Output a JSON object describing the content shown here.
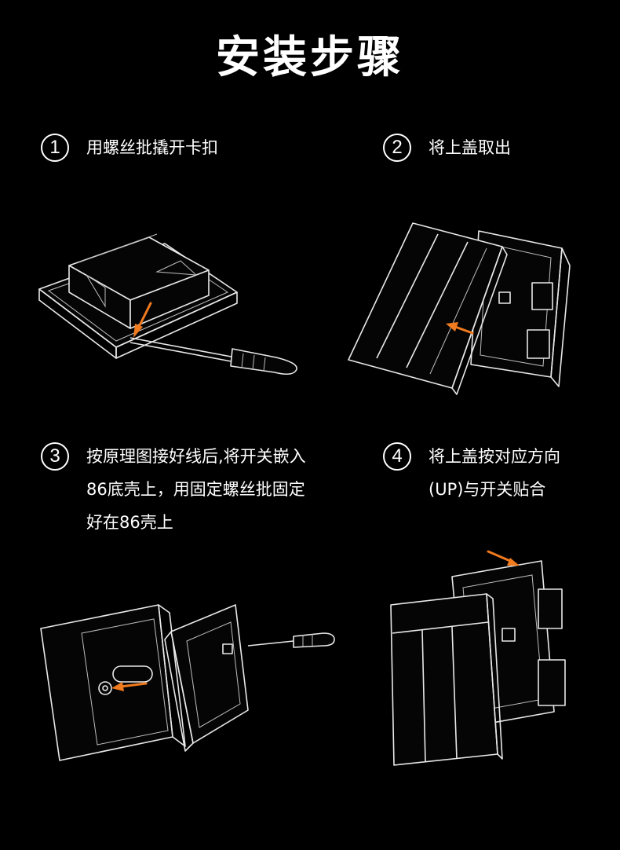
{
  "title": "安装步骤",
  "steps": [
    {
      "num": "1",
      "lines": [
        "用螺丝批撬开卡扣"
      ]
    },
    {
      "num": "2",
      "lines": [
        "将上盖取出"
      ]
    },
    {
      "num": "3",
      "lines": [
        "按原理图接好线后,将开关嵌入",
        "86底壳上，用固定螺丝批固定",
        "好在86壳上"
      ]
    },
    {
      "num": "4",
      "lines": [
        "将上盖按对应方向",
        "(UP)与开关贴合"
      ]
    }
  ],
  "colors": {
    "background": "#000000",
    "text": "#ffffff",
    "arrow": "#f07a1e"
  },
  "icons": [
    "screwdriver-icon",
    "arrow-icon"
  ]
}
